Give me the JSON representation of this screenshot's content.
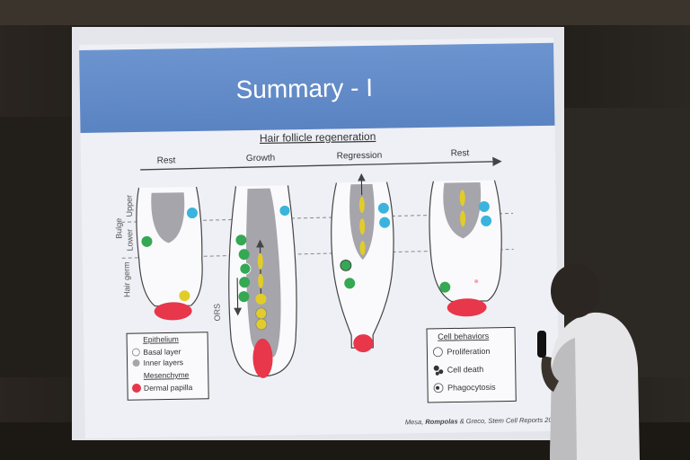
{
  "slide": {
    "title": "Summary - I",
    "subtitle": "Hair follicle regeneration",
    "stages": [
      "Rest",
      "Growth",
      "Regression",
      "Rest"
    ],
    "side_labels": {
      "bulge": "Bulge",
      "upper": "Upper",
      "lower": "Lower",
      "hair_germ": "Hair germ",
      "ors": "ORS"
    },
    "legend_left": {
      "epithelium_heading": "Epithelium",
      "basal": "Basal layer",
      "inner": "Inner layers",
      "mesenchyme_heading": "Mesenchyme",
      "dermal": "Dermal papilla"
    },
    "legend_right": {
      "heading": "Cell behaviors",
      "proliferation": "Proliferation",
      "death": "Cell death",
      "phago": "Phagocytosis"
    },
    "citation_prefix": "Mesa, ",
    "citation_bold": "Rompolas",
    "citation_suffix": " & Greco, Stem Cell Reports 20"
  },
  "colors": {
    "title_band": "#5b86c6",
    "slide_bg": "#eef0f6",
    "cyan_cell": "#3ab4dd",
    "green_cell": "#34a853",
    "yellow_cell": "#e2cc2a",
    "papilla": "#e8364a",
    "inner_grey": "#a5a5ab"
  }
}
